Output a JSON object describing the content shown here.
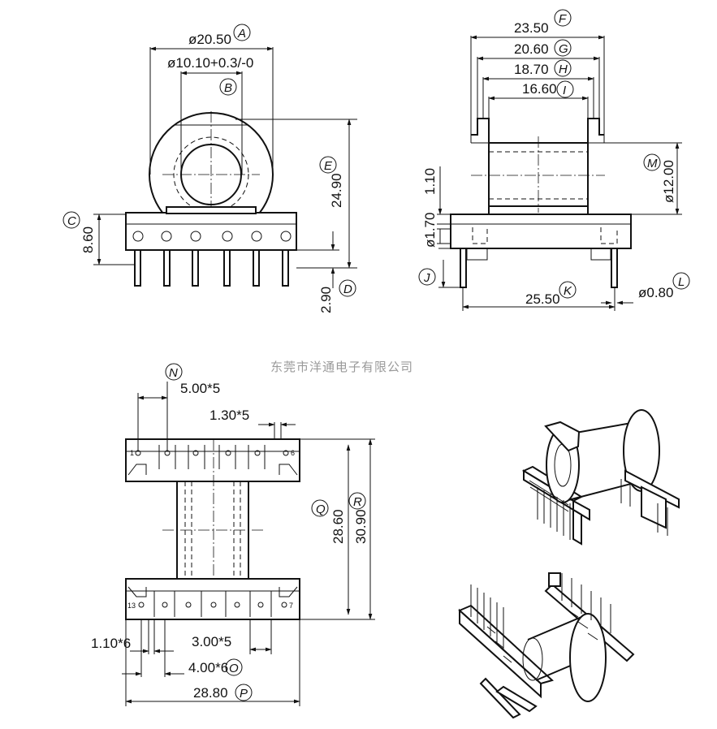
{
  "watermark": "东莞市洋通电子有限公司",
  "dimensions": {
    "A": "ø20.50",
    "B": "ø10.10+0.3/-0",
    "C": "8.60",
    "D": "2.90",
    "E": "24.90",
    "F": "23.50",
    "G": "20.60",
    "H": "18.70",
    "I": "16.60",
    "M": "ø12.00",
    "slot_110": "1.10",
    "slot_170": "ø1.70",
    "K": "25.50",
    "L": "ø0.80",
    "N": "5.00*5",
    "pitch_130": "1.30*5",
    "Q": "28.60",
    "R": "30.90",
    "pin_110": "1.10*6",
    "pitch_300": "3.00*5",
    "O": "4.00*6",
    "P": "28.80"
  },
  "callouts": [
    "A",
    "B",
    "C",
    "D",
    "E",
    "F",
    "G",
    "H",
    "I",
    "J",
    "K",
    "L",
    "M",
    "N",
    "O",
    "P",
    "Q",
    "R"
  ],
  "pin_numbers": {
    "top_left": "1",
    "top_right": "6",
    "bottom_left": "13",
    "bottom_right": "7"
  }
}
